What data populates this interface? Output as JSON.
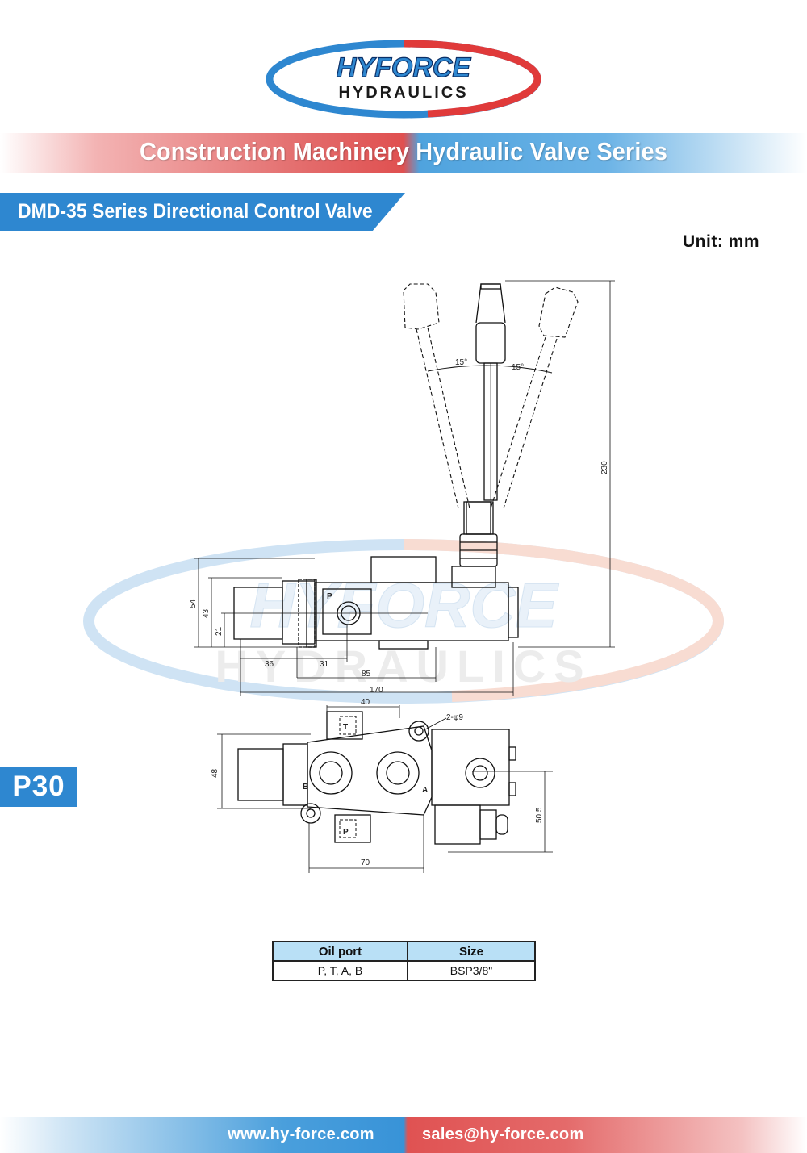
{
  "brand": {
    "logo_line1": "HYFORCE",
    "logo_line2": "HYDRAULICS",
    "colors": {
      "blue": "#2e87d0",
      "red": "#e03a3a",
      "dark": "#1a1a1a"
    }
  },
  "banner": {
    "title": "Construction Machinery Hydraulic Valve Series"
  },
  "series": {
    "title": "DMD-35 Series Directional Control Valve"
  },
  "unit": {
    "label": "Unit: mm"
  },
  "drawing": {
    "side_view": {
      "angle_left": "15°",
      "angle_right": "15°",
      "dim_height_total": "230",
      "dim_54": "54",
      "dim_43": "43",
      "dim_21": "21",
      "dim_36": "36",
      "dim_31": "31",
      "dim_85": "85",
      "dim_170": "170",
      "port_p": "P"
    },
    "top_view": {
      "dim_40": "40",
      "hole_note": "2-φ9",
      "dim_48": "48",
      "dim_50_5": "50,5",
      "dim_70": "70",
      "port_t": "T",
      "port_p": "P",
      "port_a": "A",
      "port_b": "B"
    }
  },
  "page": {
    "badge": "P30"
  },
  "table": {
    "headers": [
      "Oil port",
      "Size"
    ],
    "rows": [
      [
        "P, T, A, B",
        "BSP3/8\""
      ]
    ]
  },
  "footer": {
    "website": "www.hy-force.com",
    "email": "sales@hy-force.com"
  }
}
